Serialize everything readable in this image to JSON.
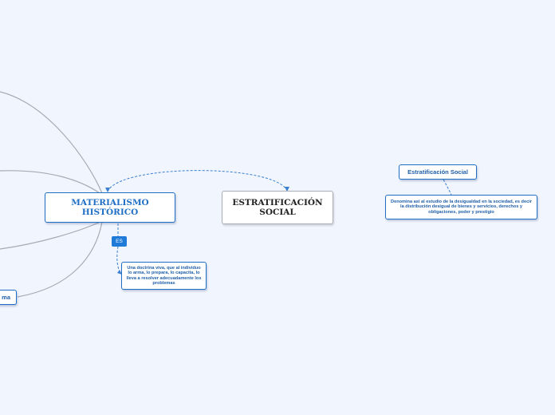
{
  "nodes": {
    "materialismo": {
      "label": "MATERIALISMO\nHISTÓRICO"
    },
    "estratificacion": {
      "label": "ESTRATIFICACIÓN\nSOCIAL"
    },
    "estratificacion_social": {
      "label": "Estratificación Social"
    },
    "definicion": {
      "label": "Denomina así al estudio de la desigualdad en la sociedad, es decir la distribución desigual de bienes y servicios, derechos y obligaciones, poder y prestigio"
    },
    "doctrina": {
      "label": "Una doctrina viva, que al individuo lo arma, lo prepara, lo capacita, lo lleva a resolver adecuadamente los problemas"
    },
    "partial_left": {
      "label": "ma"
    }
  },
  "relationships": {
    "es_label": "ES"
  },
  "colors": {
    "background": "#f1f5fd",
    "accent_blue": "#1f6fc5",
    "badge_blue": "#1f7ad8",
    "gray_border": "#a9aeb6",
    "branch_line": "#a8abb2"
  }
}
